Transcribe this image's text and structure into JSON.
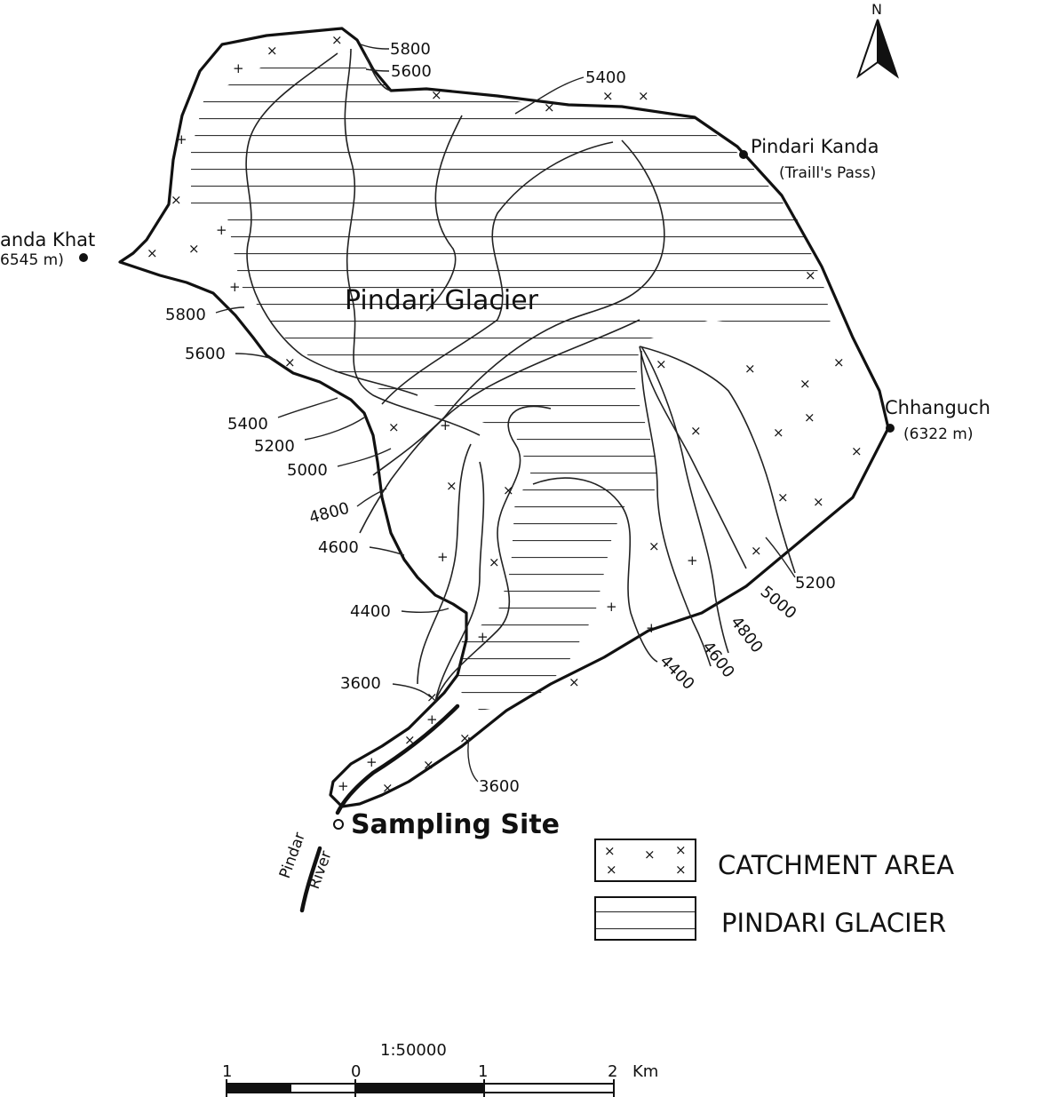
{
  "map": {
    "title": "Pindari Glacier",
    "north": "N",
    "places": [
      {
        "name": "Pindari Kanda",
        "sub": "(Traill's Pass)"
      },
      {
        "name": "Chhanguch",
        "sub": "(6322 m)"
      },
      {
        "name": "anda Khat",
        "sub": "6545 m)"
      }
    ],
    "sampling_site": "Sampling Site",
    "river": [
      "Pindar",
      "River"
    ],
    "contours_west": [
      "5800",
      "5600",
      "5400",
      "5200",
      "5000",
      "4800",
      "4600",
      "4400",
      "3600"
    ],
    "contours_top": [
      "5800",
      "5600",
      "5400"
    ],
    "contours_east": [
      "5200",
      "5000",
      "4800",
      "4600",
      "4400"
    ],
    "contour_bottom": "3600"
  },
  "legend": {
    "catchment": "CATCHMENT AREA",
    "glacier": "PINDARI GLACIER"
  },
  "scale": {
    "ratio": "1:50000",
    "ticks": [
      "1",
      "0",
      "1",
      "2"
    ],
    "unit": "Km"
  },
  "colors": {
    "ink": "#111111",
    "paper": "#ffffff"
  }
}
